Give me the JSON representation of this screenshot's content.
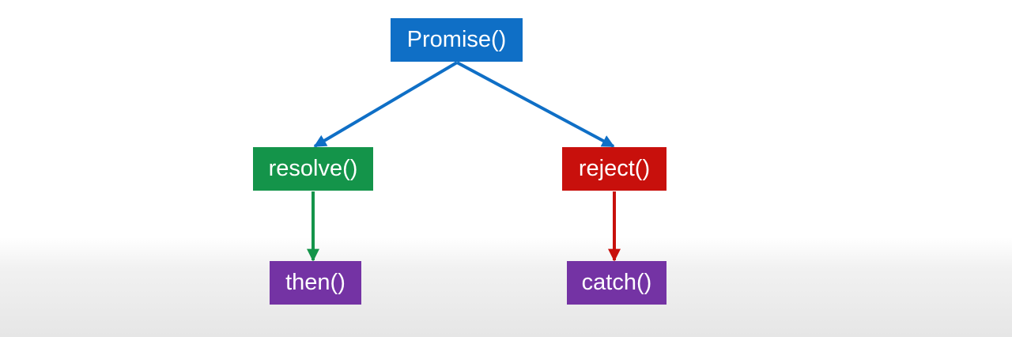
{
  "colors": {
    "blue": "#0f6fc6",
    "green": "#14944a",
    "red": "#c8100c",
    "purple": "#7433a4"
  },
  "nodes": {
    "promise": {
      "label": "Promise()",
      "color": "#0f6fc6"
    },
    "resolve": {
      "label": "resolve()",
      "color": "#14944a"
    },
    "reject": {
      "label": "reject()",
      "color": "#c8100c"
    },
    "then": {
      "label": "then()",
      "color": "#7433a4"
    },
    "catch": {
      "label": "catch()",
      "color": "#7433a4"
    }
  },
  "edges": [
    {
      "from": "promise",
      "to": "resolve",
      "color": "#0f6fc6"
    },
    {
      "from": "promise",
      "to": "reject",
      "color": "#0f6fc6"
    },
    {
      "from": "resolve",
      "to": "then",
      "color": "#14944a"
    },
    {
      "from": "reject",
      "to": "catch",
      "color": "#c8100c"
    }
  ]
}
